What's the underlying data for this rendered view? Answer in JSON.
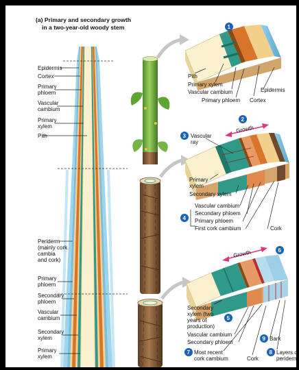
{
  "title": {
    "line1": "(a) Primary and secondary growth",
    "line2": "in a two-year-old woody stem"
  },
  "left_labels": {
    "epidermis": "Epidermis",
    "cortex": "Cortex",
    "primary_phloem_1": "Primary",
    "primary_phloem_2": "phloem",
    "vascular_cambium_1": "Vascular",
    "vascular_cambium_2": "cambium",
    "primary_xylem_1": "Primary",
    "primary_xylem_2": "xylem",
    "pith": "Pith",
    "periderm_1": "Periderm",
    "periderm_2": "(mainly cork",
    "periderm_3": "cambia",
    "periderm_4": "and cork)",
    "lower_primary_phloem_1": "Primary",
    "lower_primary_phloem_2": "phloem",
    "secondary_phloem_1": "Secondary",
    "secondary_phloem_2": "phloem",
    "lower_vascular_cambium_1": "Vascular",
    "lower_vascular_cambium_2": "cambium",
    "secondary_xylem_1": "Secondary",
    "secondary_xylem_2": "xylem",
    "lower_primary_xylem_1": "Primary",
    "lower_primary_xylem_2": "xylem"
  },
  "block1": {
    "step": "1",
    "pith": "Pith",
    "primary_xylem": "Primary xylem",
    "vascular_cambium": "Vascular cambium",
    "primary_phloem": "Primary phloem",
    "cortex": "Cortex",
    "epidermis": "Epidermis"
  },
  "block2": {
    "step_growth": "2",
    "step_ray": "3",
    "step_cork": "4",
    "growth": "Growth",
    "vascular_ray_1": "Vascular",
    "vascular_ray_2": "ray",
    "primary_xylem_1": "Primary",
    "primary_xylem_2": "xylem",
    "secondary_xylem": "Secondary xylem",
    "vascular_cambium": "Vascular cambium",
    "secondary_phloem": "Secondary phloem",
    "primary_phloem": "Primary phloem",
    "first_cork_cambium": "First cork cambium",
    "cork": "Cork"
  },
  "block3": {
    "step_growth": "6",
    "step_secondary_xylem": "5",
    "step_recent_cork": "7",
    "step_periderm": "8",
    "step_bark": "9",
    "growth": "Growth",
    "secondary_xylem_1": "Secondary",
    "secondary_xylem_2": "xylem (two",
    "secondary_xylem_3": "years of",
    "secondary_xylem_4": "production)",
    "vascular_cambium": "Vascular cambium",
    "secondary_phloem": "Secondary phloem",
    "most_recent_1": "Most recent",
    "most_recent_2": "cork cambium",
    "cork": "Cork",
    "bark": "Bark",
    "layers_1": "Layers of",
    "layers_2": "periderm"
  },
  "colors": {
    "epidermis": "#7bbfdc",
    "cortex": "#f2cf8a",
    "phloem": "#d9742b",
    "cambium": "#8a4a16",
    "xylem": "#2f9a8a",
    "pith": "#fbf1cf",
    "cork": "#6f4a2e",
    "step_badge": "#1a63b8",
    "arrow": "#c6c6c6",
    "growth_arrow": "#e0347c"
  }
}
